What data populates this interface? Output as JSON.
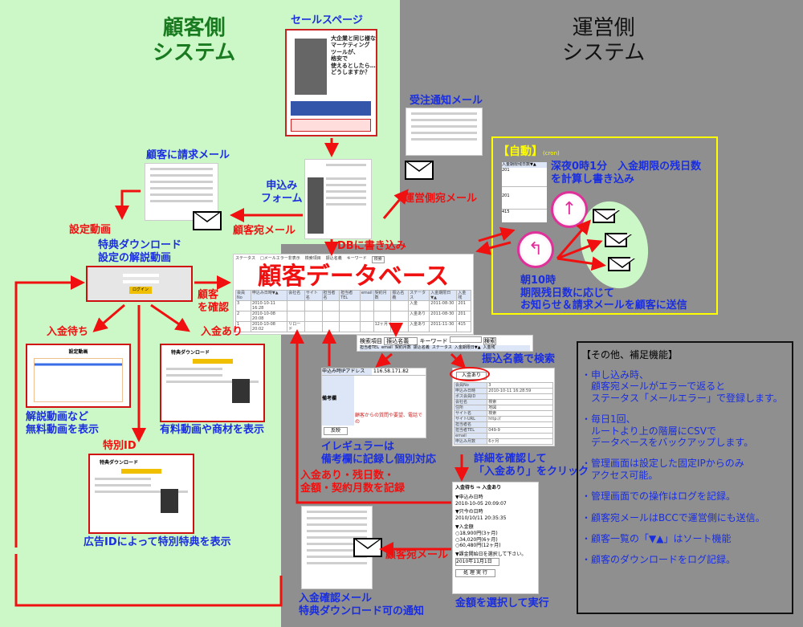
{
  "customer_side_title": "顧客側\nシステム",
  "operator_side_title": "運営側\nシステム",
  "sales_page": {
    "label": "セールスページ",
    "headline": "大企業と同じ様な\nマーケティング\nツールが、\n格安で\n使えるとしたら…\nどうしますか？"
  },
  "order_mail_label": "受注通知メール",
  "operator_mail_label": "運営側宛メール",
  "form_label": "申込み\nフォーム",
  "customer_mail_label_1": "顧客宛メール",
  "db_write_label": "DBに書き込み",
  "db_title": "顧客データベース",
  "db_table": {
    "filters": [
      "ステータス",
      "□メールエラー非表示",
      "検索項目",
      "振込名義",
      "キーワード",
      "検索"
    ],
    "headers": [
      "会員No",
      "申込み日時▼▲",
      "会社名",
      "サイト名",
      "担当者名",
      "担当者TEL",
      "email",
      "契約月数",
      "振込名義",
      "ステータス",
      "入金期限日▼▲",
      "入金残"
    ],
    "rows": [
      [
        "3",
        "2010-10-11 16:28",
        "",
        "",
        "",
        "",
        "",
        "",
        "",
        "入金",
        "2011-08-30",
        "201"
      ],
      [
        "2",
        "2010-10-08 20:08",
        "",
        "",
        "",
        "",
        "",
        "",
        "",
        "入金あり",
        "2011-08-30",
        "201"
      ],
      [
        "1",
        "2010-10-08 20:02",
        "リロード",
        "",
        "",
        "",
        "",
        "12ヶ月",
        "",
        "入金あり",
        "2011-11-30",
        "415"
      ]
    ]
  },
  "billing_mail_label": "顧客に請求メール",
  "setup_video_label": "設定動画",
  "tutorial_video_label": "特典ダウンロード\n設定の解説動画",
  "confirm_customer_label": "顧客\nを確認",
  "video_button": "ログイン",
  "waiting_label": "入金待ち",
  "waiting_desc": "解説動画など\n無料動画を表示",
  "waiting_thumb_title": "設定動画",
  "paid_label": "入金あり",
  "paid_desc": "有料動画や商材を表示",
  "download_thumb_title": "特典ダウンロード",
  "special_id_label": "特別ID",
  "special_desc": "広告IDによって特別特典を表示",
  "search_bar": {
    "field_label": "検索項目",
    "field_value": "振込名義",
    "keyword_label": "キーワード",
    "button": "検索",
    "cols": [
      "担当者TEL",
      "email",
      "契約月数",
      "振込名義",
      "ステータス",
      "入金期限日▼▲",
      "入金残"
    ]
  },
  "search_by_name_label": "振込名義で検索",
  "remarks": {
    "ip_label": "申込み時IPアドレス",
    "ip_value": "116.58.171.82",
    "notes_label": "備考欄",
    "hint": "顧客からの質問や要望、電話での",
    "button": "反映"
  },
  "irregular_label": "イレギュラーは\n備考欄に記録し個別対応",
  "detail": {
    "button": "入金あり",
    "rows": [
      [
        "会員No",
        "3"
      ],
      [
        "申込み日時",
        "2010-10-11 16:28:59"
      ],
      [
        "ポス会員ID",
        ""
      ],
      [
        "会社名",
        "検索"
      ],
      [
        "住所",
        "地図"
      ],
      [
        "サイト名",
        "検索"
      ],
      [
        "サイトURL",
        "http://"
      ],
      [
        "担当者名",
        ""
      ],
      [
        "担当者TEL",
        "049-9"
      ],
      [
        "email",
        ""
      ],
      [
        "申込み月数",
        "6ヶ月"
      ]
    ]
  },
  "check_detail_label": "詳細を確認して\n「入金あり」をクリック",
  "record_label": "入金あり・残日数・\n金額・契約月数を記録",
  "payment_form": {
    "title": "入金待ち ⇒ 入金あり",
    "apply_label": "▼申込み日時",
    "apply_value": "2010-10-05 20:09:07",
    "now_label": "▼只今の日時",
    "now_value": "2010/10/11 20:35:35",
    "amount_label": "▼入金額",
    "options": [
      "○18,900円(3ヶ月)",
      "○34,020円(6ヶ月)",
      "○60,480円(12ヶ月)"
    ],
    "start_label": "▼課金開始日を選択して下さい。",
    "start_value": "2010年11月1日",
    "button": "処 理 実 行"
  },
  "select_amount_label": "金額を選択して実行",
  "customer_mail_label_2": "顧客宛メール",
  "confirm_mail_label": "入金確認メール\n特典ダウンロード可の通知",
  "auto_box": {
    "title": "【自動】",
    "cron": "(cron)",
    "midnight": "深夜0時1分　入金期限の残日数\nを計算し書き込み",
    "morning": "朝10時\n期限残日数に応じて\nお知らせ＆請求メールを顧客に送信",
    "col_header": "入金期限残日数▼▲",
    "values": [
      "201",
      "201",
      "415"
    ]
  },
  "notes_box": {
    "title": "【その他、補足機能】",
    "items": [
      "・申し込み時、\n　顧客宛メールがエラーで返ると\n　ステータス「メールエラー」で登録します。",
      "・毎日1回、\n　ルートより上の階層にCSVで\n　データベースをバックアップします。",
      "・管理画面は設定した固定IPからのみ\n　アクセス可能。",
      "・管理画面での操作はログを記録。",
      "・顧客宛メールはBCCで運営側にも送信。",
      "・顧客一覧の「▼▲」はソート機能",
      "・顧客のダウンロードをログ記録。"
    ]
  }
}
